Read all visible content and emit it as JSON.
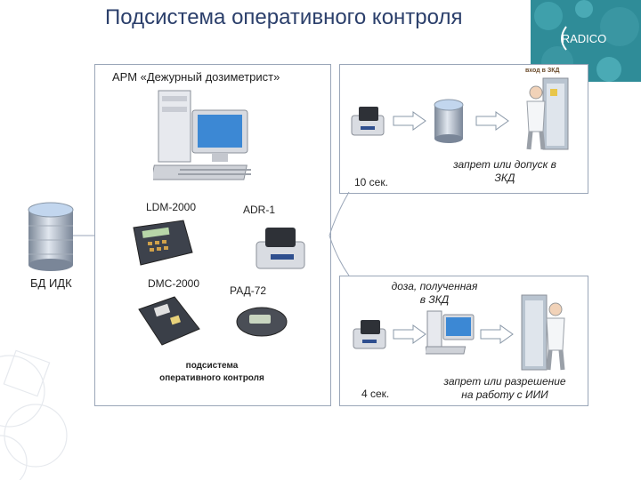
{
  "slide": {
    "title": "Подсистема оперативного контроля",
    "logo_text": "RADICO"
  },
  "main_panel": {
    "header": "АРМ «Дежурный дозиметрист»",
    "devices": {
      "ldm": "LDM-2000",
      "adr": "ADR-1",
      "dmc": "DMC-2000",
      "rad": "РАД-72"
    },
    "caption": "подсистема\nоперативного контроля"
  },
  "database": {
    "label": "БД ИДК"
  },
  "top_flow": {
    "door_sign": "вход в ЗКД",
    "time": "10 сек.",
    "result": "запрет или допуск в\nЗКД"
  },
  "bottom_flow": {
    "dose_note": "доза, полученная\nв ЗКД",
    "time": "4 сек.",
    "result": "запрет или разрешение\nна работу с ИИИ"
  },
  "colors": {
    "title": "#2b3f6b",
    "border": "#9aa6b8",
    "arrow_fill": "#ffffff",
    "arrow_stroke": "#8a98a8",
    "logo_bg": "#2f8c98"
  }
}
